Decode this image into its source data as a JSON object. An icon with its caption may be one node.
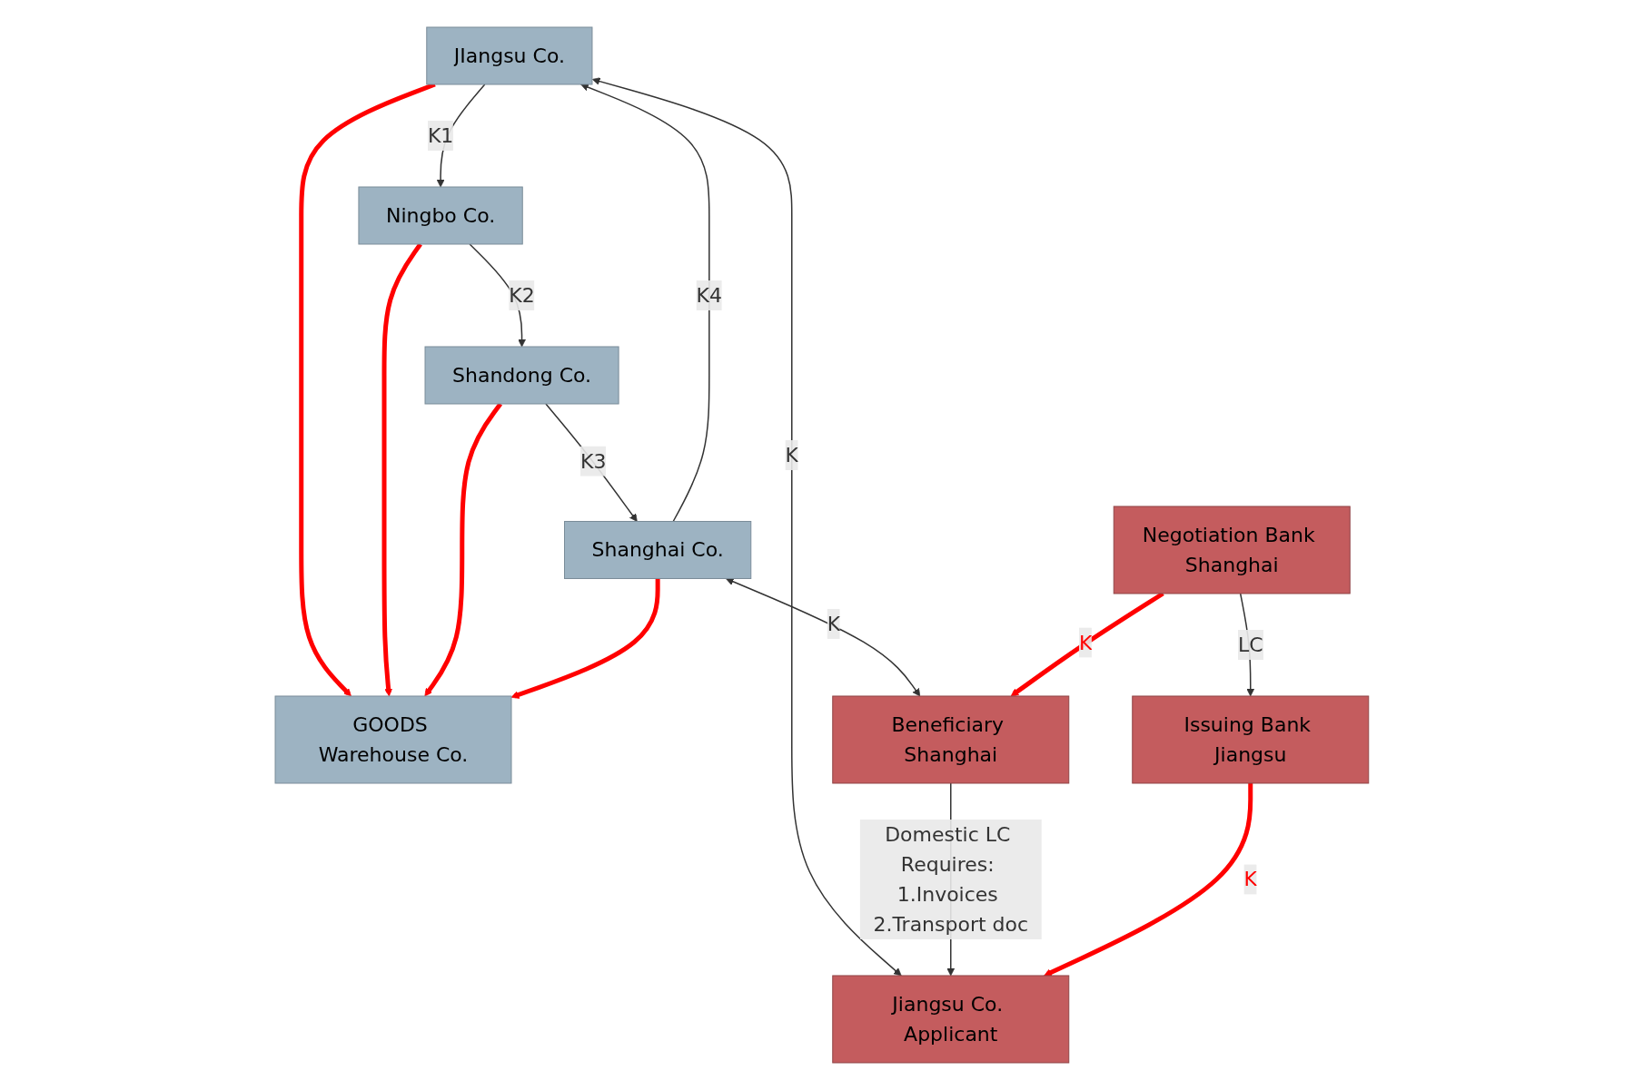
{
  "diagram": {
    "nodes": [
      {
        "text": [
          "JIangsu Co."
        ]
      },
      {
        "text": [
          "Ningbo Co."
        ]
      },
      {
        "text": [
          "Shandong Co."
        ]
      },
      {
        "text": [
          "Shanghai Co."
        ]
      },
      {
        "text": [
          "GOODS Warehouse Co."
        ]
      },
      {
        "text": [
          "Jiangsu Co. Applicant"
        ]
      },
      {
        "text": [
          "Beneficiary Shanghai"
        ]
      },
      {
        "text": [
          "Issuing Bank Jiangsu"
        ]
      },
      {
        "text": [
          "Negotiation Bank Shanghai"
        ]
      }
    ],
    "edges": [
      {
        "from": 0,
        "to": 1,
        "arrow": "to",
        "label": "K1"
      },
      {
        "from": 1,
        "to": 2,
        "arrow": "to",
        "label": "K2"
      },
      {
        "from": 2,
        "to": 3,
        "arrow": "to",
        "label": "K3"
      },
      {
        "from": 3,
        "to": 0,
        "arrow": "to",
        "label": "K4"
      },
      {
        "from": 0,
        "to": 4,
        "arrow": "to",
        "style": "thick",
        "color": "#ff0000"
      },
      {
        "from": 1,
        "to": 4,
        "arrow": "to",
        "style": "thick",
        "color": "#ff0000"
      },
      {
        "from": 2,
        "to": 4,
        "arrow": "to",
        "style": "thick",
        "color": "#ff0000"
      },
      {
        "from": 3,
        "to": 4,
        "arrow": "to",
        "style": "thick",
        "color": "#ff0000"
      },
      {
        "from": 0,
        "to": 5,
        "arrow": "both",
        "label": "K"
      },
      {
        "from": 3,
        "to": 6,
        "arrow": "both",
        "label": "K"
      },
      {
        "from": 6,
        "to": 5,
        "arrow": "to",
        "label": "Domestic LC Requires: 1.Invoices 2.Transport doc"
      },
      {
        "from": 8,
        "to": 7,
        "arrow": "to",
        "label": "LC"
      },
      {
        "from": 7,
        "to": 5,
        "arrow": "to",
        "label": "K",
        "style": "thick",
        "color": "#ff0000"
      },
      {
        "from": 8,
        "to": 6,
        "arrow": "to",
        "label": "K",
        "style": "thick",
        "color": "#ff0000"
      }
    ]
  }
}
